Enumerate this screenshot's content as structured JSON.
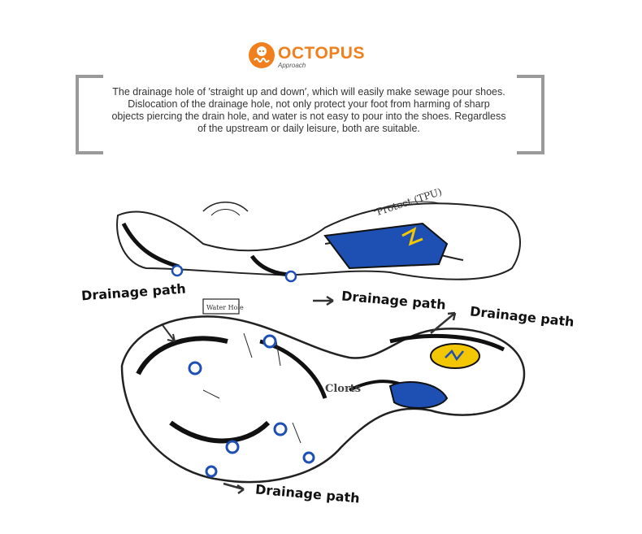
{
  "brand": {
    "name": "OCTOPUS",
    "subtitle": "Approach",
    "color": "#f07f1e"
  },
  "description": {
    "lines": [
      "The drainage hole of ′straight up and down′, which will easily make sewage pour shoes.",
      "Dislocation of the drainage hole, not only protect your foot from harming of sharp",
      "objects piercing the drain hole, and water is not easy to pour into the shoes. Regardless",
      "of the upstream or daily leisure, both are suitable."
    ]
  },
  "sketch": {
    "annotations": {
      "protect": "Protect (TPU)",
      "water_hole": "Water Hole",
      "brand_mark": "Clorts"
    },
    "accent_blue": "#1e4fb3",
    "accent_yellow": "#f2c600"
  },
  "labels": {
    "drainage_1": "Drainage path",
    "drainage_2": "Drainage path",
    "drainage_3": "Drainage path",
    "drainage_4": "Drainage path"
  }
}
